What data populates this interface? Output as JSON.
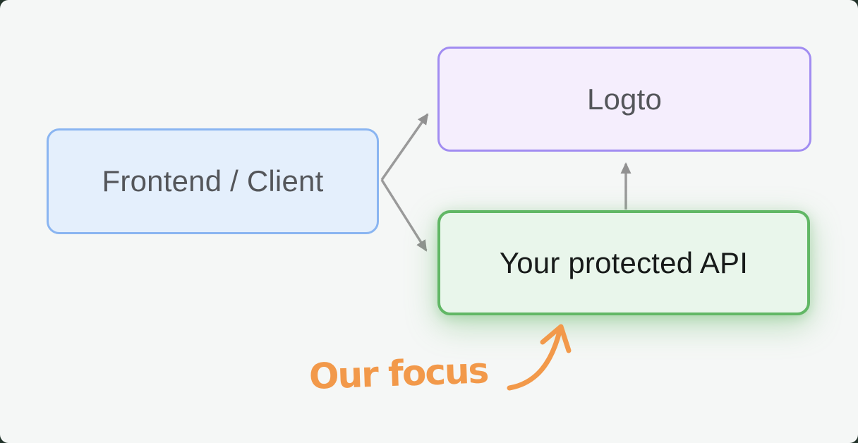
{
  "diagram": {
    "nodes": {
      "frontend": {
        "label": "Frontend / Client",
        "fill": "#e4effc",
        "border": "#8ab5f1",
        "text_color": "#54565a"
      },
      "logto": {
        "label": "Logto",
        "fill": "#f5eefd",
        "border": "#a18cf1",
        "text_color": "#54565a"
      },
      "api": {
        "label": "Your protected API",
        "fill": "#e9f6eb",
        "border": "#61b765",
        "text_color": "#171a19",
        "highlighted": true
      }
    },
    "edges": [
      {
        "from": "frontend",
        "to": "logto",
        "style": "straight-arrow",
        "color": "#979797"
      },
      {
        "from": "frontend",
        "to": "api",
        "style": "straight-arrow",
        "color": "#979797"
      },
      {
        "from": "api",
        "to": "logto",
        "style": "straight-arrow",
        "color": "#979797"
      }
    ],
    "annotation": {
      "label": "Our focus",
      "color": "#f2994a",
      "points_to": "api",
      "style": "handwritten-curved-arrow"
    },
    "background": "#f5f7f6"
  }
}
